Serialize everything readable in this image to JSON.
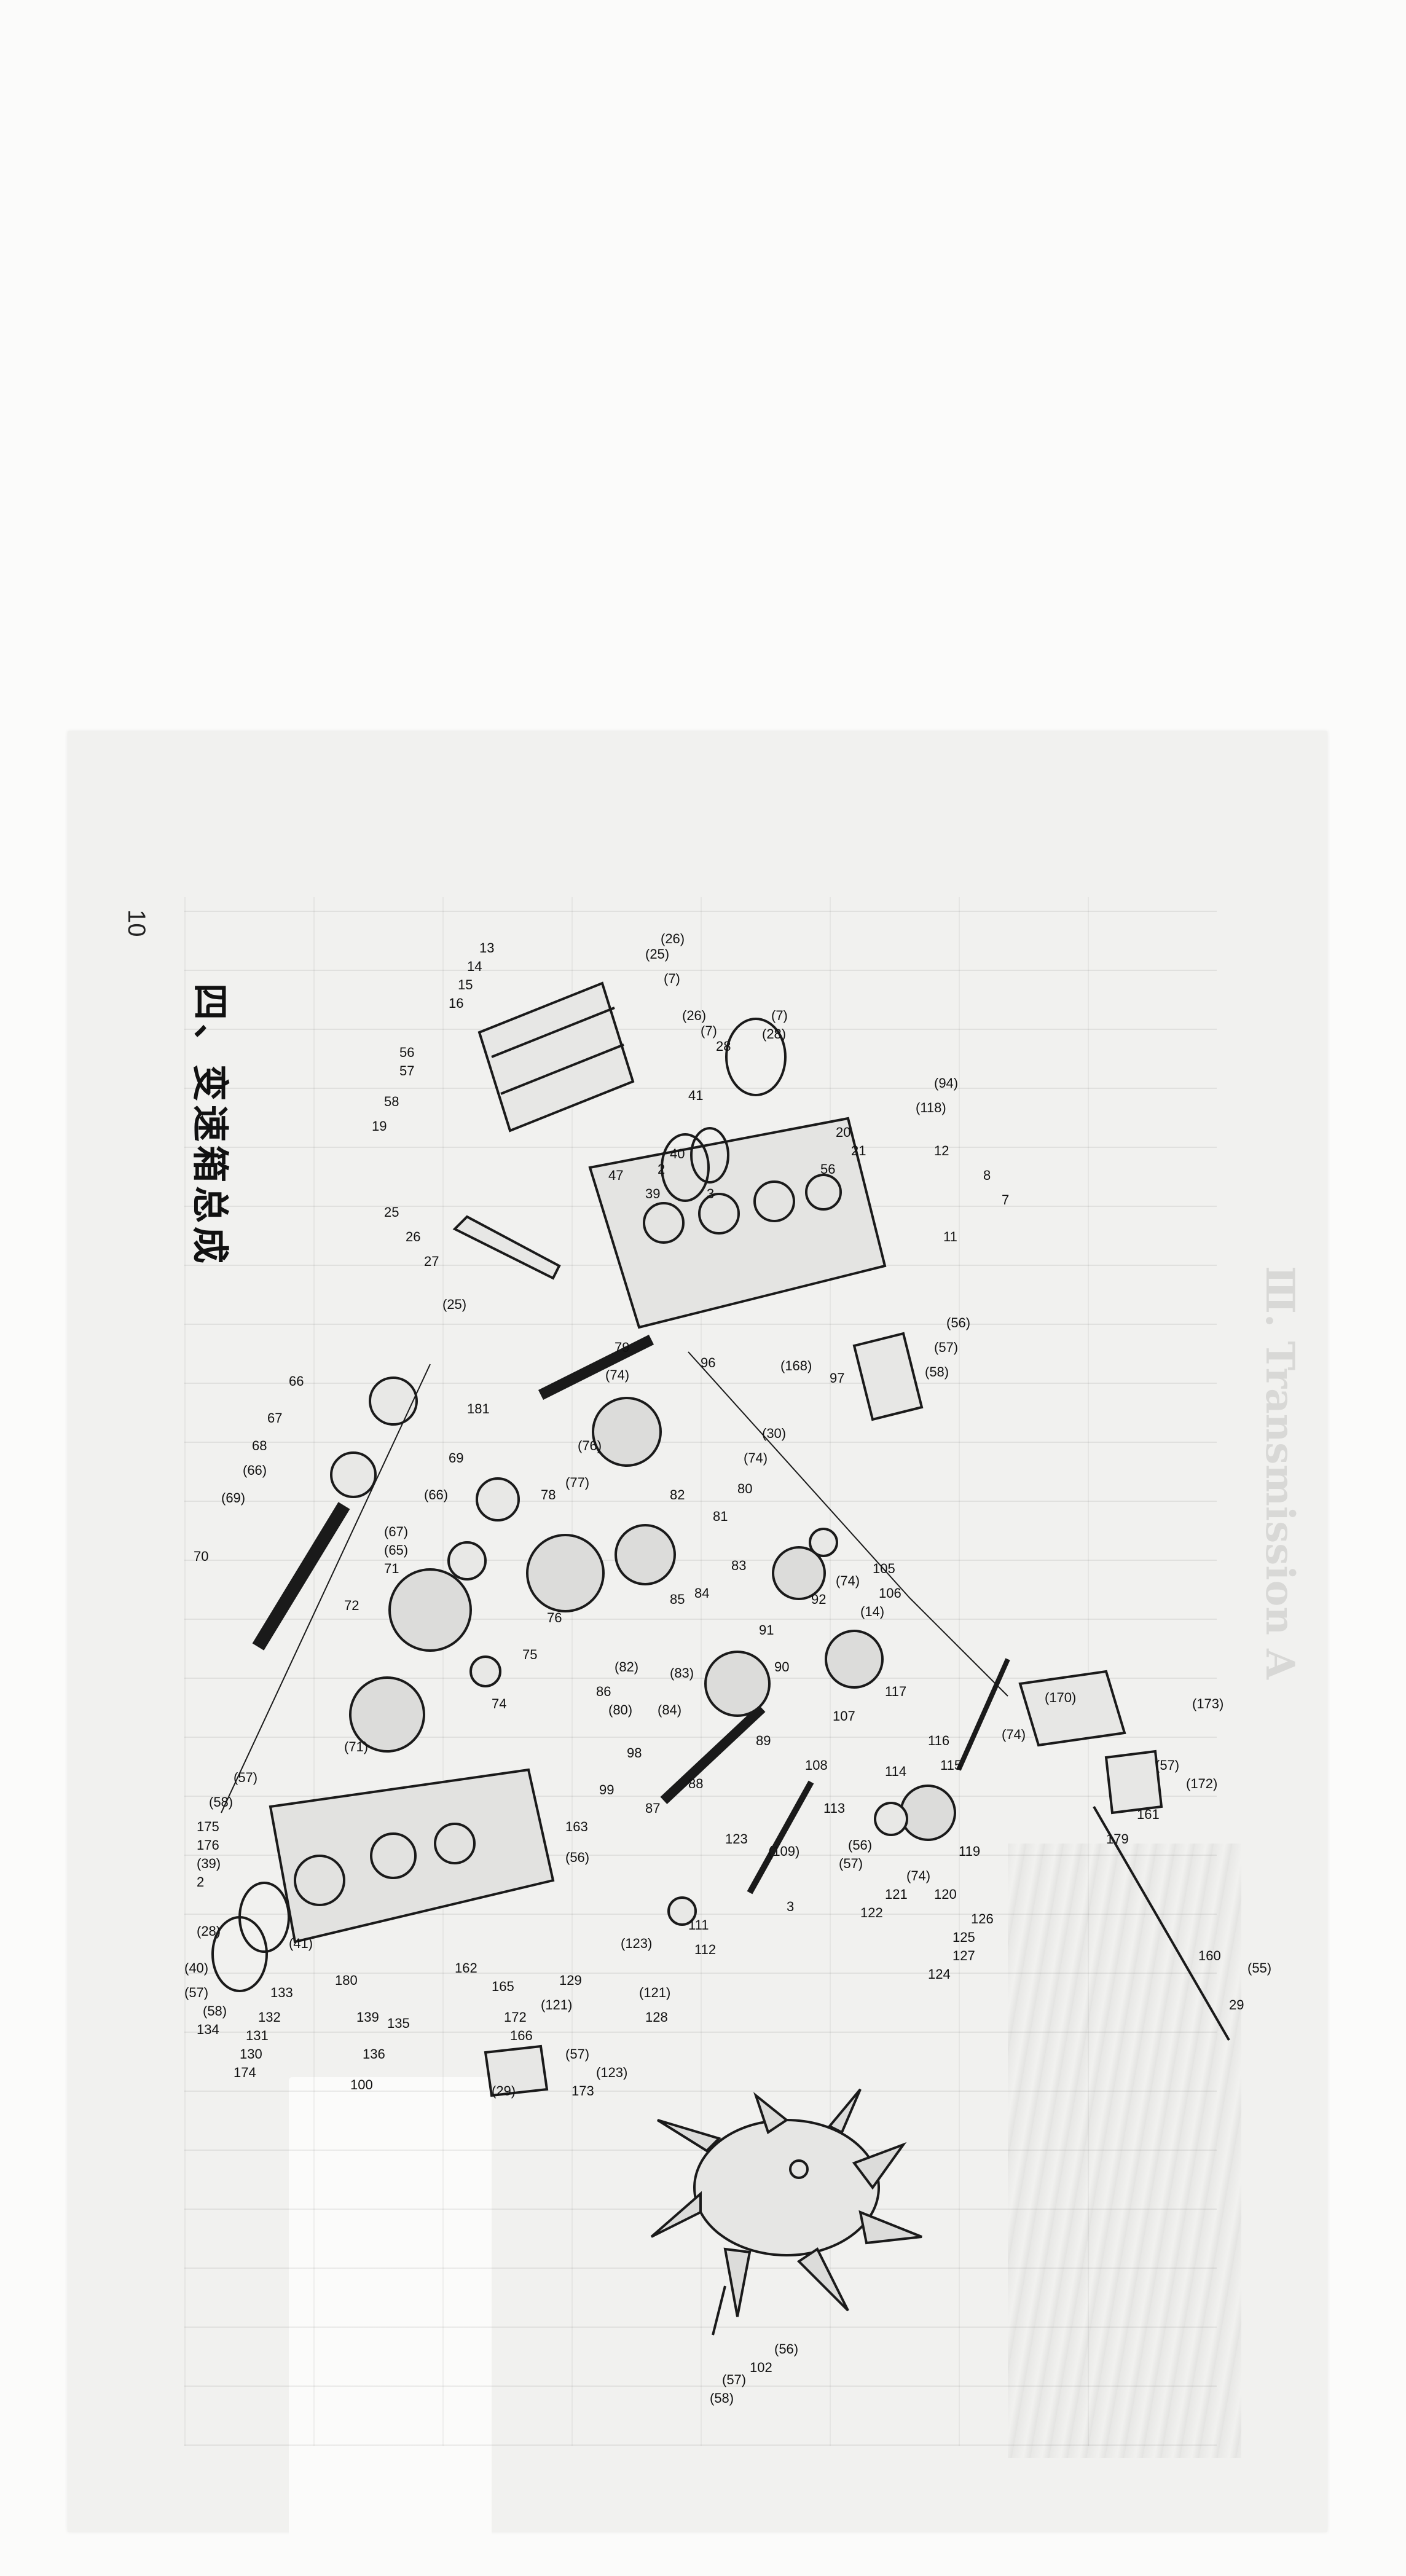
{
  "document": {
    "page_number": "10",
    "section_title": "四、变速箱总成",
    "ghost_title": "Ⅲ. Transmission A"
  },
  "part_labels": [
    "13",
    "14",
    "15",
    "16",
    "(25)",
    "(26)",
    "(7)",
    "(26)",
    "(7)",
    "28",
    "41",
    "(7)",
    "(28)",
    "56",
    "57",
    "58",
    "19",
    "40",
    "2",
    "39",
    "47",
    "3",
    "(25)",
    "25",
    "26",
    "27",
    "20",
    "21",
    "56",
    "(94)",
    "(118)",
    "12",
    "8",
    "7",
    "11",
    "97",
    "(56)",
    "(57)",
    "(58)",
    "(168)",
    "96",
    "181",
    "(74)",
    "(76)",
    "(77)",
    "79",
    "69",
    "(66)",
    "(67)",
    "(65)",
    "71",
    "72",
    "66",
    "67",
    "68",
    "(66)",
    "(69)",
    "70",
    "78",
    "82",
    "80",
    "81",
    "(74)",
    "(30)",
    "83",
    "84",
    "85",
    "92",
    "90",
    "91",
    "106",
    "(14)",
    "105",
    "(74)",
    "76",
    "75",
    "74",
    "(71)",
    "(82)",
    "86",
    "(80)",
    "(84)",
    "89",
    "(83)",
    "98",
    "99",
    "87",
    "88",
    "107",
    "108",
    "113",
    "117",
    "(170)",
    "(173)",
    "(57)",
    "(172)",
    "161",
    "179",
    "160",
    "29",
    "(55)",
    "(74)",
    "116",
    "115",
    "114",
    "119",
    "120",
    "(74)",
    "121",
    "122",
    "126",
    "125",
    "127",
    "124",
    "(56)",
    "(57)",
    "(123)",
    "123",
    "(109)",
    "112",
    "111",
    "3",
    "(121)",
    "129",
    "128",
    "(121)",
    "(123)",
    "173",
    "(57)",
    "172",
    "165",
    "166",
    "(29)",
    "162",
    "163",
    "(56)",
    "(57)",
    "(58)",
    "175",
    "176",
    "(39)",
    "2",
    "(28)",
    "(41)",
    "(40)",
    "(57)",
    "(58)",
    "134",
    "133",
    "132",
    "131",
    "130",
    "174",
    "180",
    "139",
    "135",
    "136",
    "100",
    "102",
    "(56)",
    "(57)",
    "(58)"
  ]
}
